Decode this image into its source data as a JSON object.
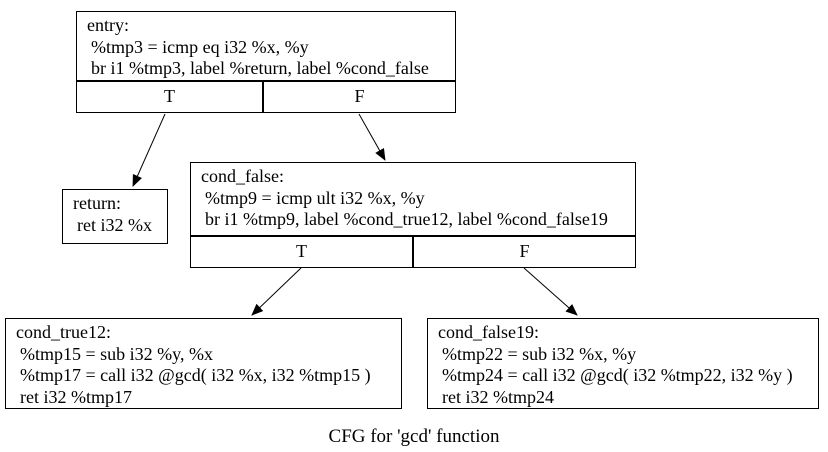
{
  "diagram": {
    "caption": "CFG for 'gcd' function",
    "colors": {
      "background": "#ffffff",
      "node_fill": "#ffffff",
      "border": "#000000",
      "text": "#000000",
      "edge": "#000000"
    },
    "nodes": {
      "entry": {
        "title": "entry:",
        "lines": [
          "%tmp3 = icmp eq i32 %x, %y",
          "br i1 %tmp3, label %return, label %cond_false"
        ],
        "true_label": "T",
        "false_label": "F"
      },
      "return": {
        "title": "return:",
        "lines": [
          "ret i32 %x"
        ]
      },
      "cond_false": {
        "title": "cond_false:",
        "lines": [
          "%tmp9 = icmp ult i32 %x, %y",
          "br i1 %tmp9, label %cond_true12, label %cond_false19"
        ],
        "true_label": "T",
        "false_label": "F"
      },
      "cond_true12": {
        "title": "cond_true12:",
        "lines": [
          "%tmp15 = sub i32 %y, %x",
          "%tmp17 = call i32 @gcd( i32 %x, i32 %tmp15 )",
          "ret i32 %tmp17"
        ]
      },
      "cond_false19": {
        "title": "cond_false19:",
        "lines": [
          "%tmp22 = sub i32 %x, %y",
          "%tmp24 = call i32 @gcd( i32 %tmp22, i32 %y )",
          "ret i32 %tmp24"
        ]
      }
    },
    "edges": [
      {
        "from": "entry",
        "branch": "T",
        "to": "return"
      },
      {
        "from": "entry",
        "branch": "F",
        "to": "cond_false"
      },
      {
        "from": "cond_false",
        "branch": "T",
        "to": "cond_true12"
      },
      {
        "from": "cond_false",
        "branch": "F",
        "to": "cond_false19"
      }
    ]
  }
}
